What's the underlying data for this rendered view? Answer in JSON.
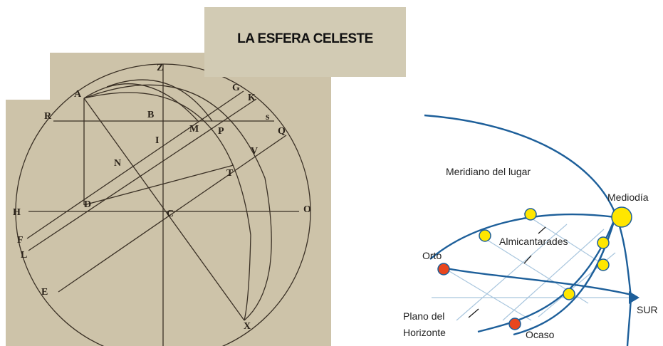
{
  "title": "LA ESFERA CELESTE",
  "colors": {
    "paper": "#cdc3a9",
    "title_bg": "#d2cbb4",
    "ink": "#3a3025",
    "meridian": "#1d5f9a",
    "grid": "#a9c6de",
    "sun_yellow": "#ffe600",
    "sun_red": "#e8461e"
  },
  "engraving": {
    "points": {
      "Z": "Z",
      "A": "A",
      "G": "G",
      "K": "K",
      "R": "R",
      "B": "B",
      "M": "M",
      "P": "P",
      "S": "s",
      "Q": "Q",
      "I": "I",
      "V": "V",
      "N": "N",
      "T": "T",
      "H": "H",
      "D": "D",
      "C": "C",
      "O": "O",
      "F": "F",
      "L": "L",
      "E": "E",
      "X": "X"
    }
  },
  "modern": {
    "meridian_label": "Meridiano del lugar",
    "noon_label": "Mediodía",
    "almucantar_label": "Almicantarades",
    "rise_label": "Orto",
    "horizon_label_line1": "Plano del",
    "horizon_label_line2": "Horizonte",
    "set_label": "Ocaso",
    "south_label": "SUR"
  }
}
